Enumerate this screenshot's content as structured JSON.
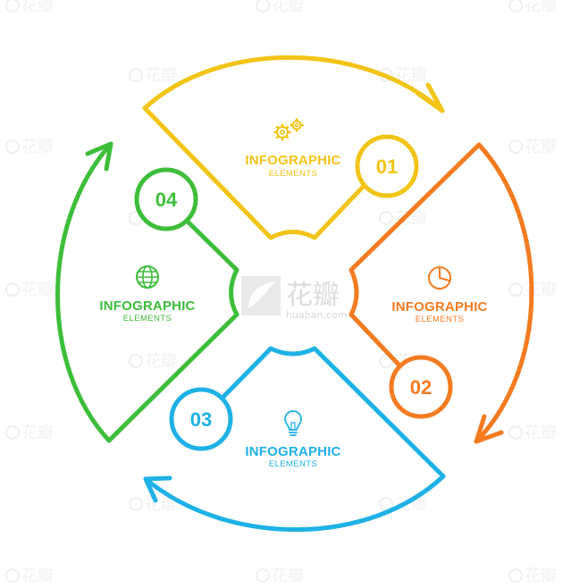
{
  "colors": {
    "yellow": "#F2C417",
    "orange": "#F47B20",
    "blue": "#1EB1E6",
    "green": "#3DBE3A",
    "watermark": "#E2E2E2"
  },
  "segments": [
    {
      "id": "yellow",
      "number": "01",
      "title": "INFOGRAPHIC",
      "subtitle": "ELEMENTS",
      "icon": "gears-icon"
    },
    {
      "id": "orange",
      "number": "02",
      "title": "INFOGRAPHIC",
      "subtitle": "ELEMENTS",
      "icon": "pie-chart-icon"
    },
    {
      "id": "blue",
      "number": "03",
      "title": "INFOGRAPHIC",
      "subtitle": "ELEMENTS",
      "icon": "lightbulb-icon"
    },
    {
      "id": "green",
      "number": "04",
      "title": "INFOGRAPHIC",
      "subtitle": "ELEMENTS",
      "icon": "globe-icon"
    }
  ],
  "watermark": {
    "brand": "花瓣",
    "domain": "huaban.com"
  }
}
